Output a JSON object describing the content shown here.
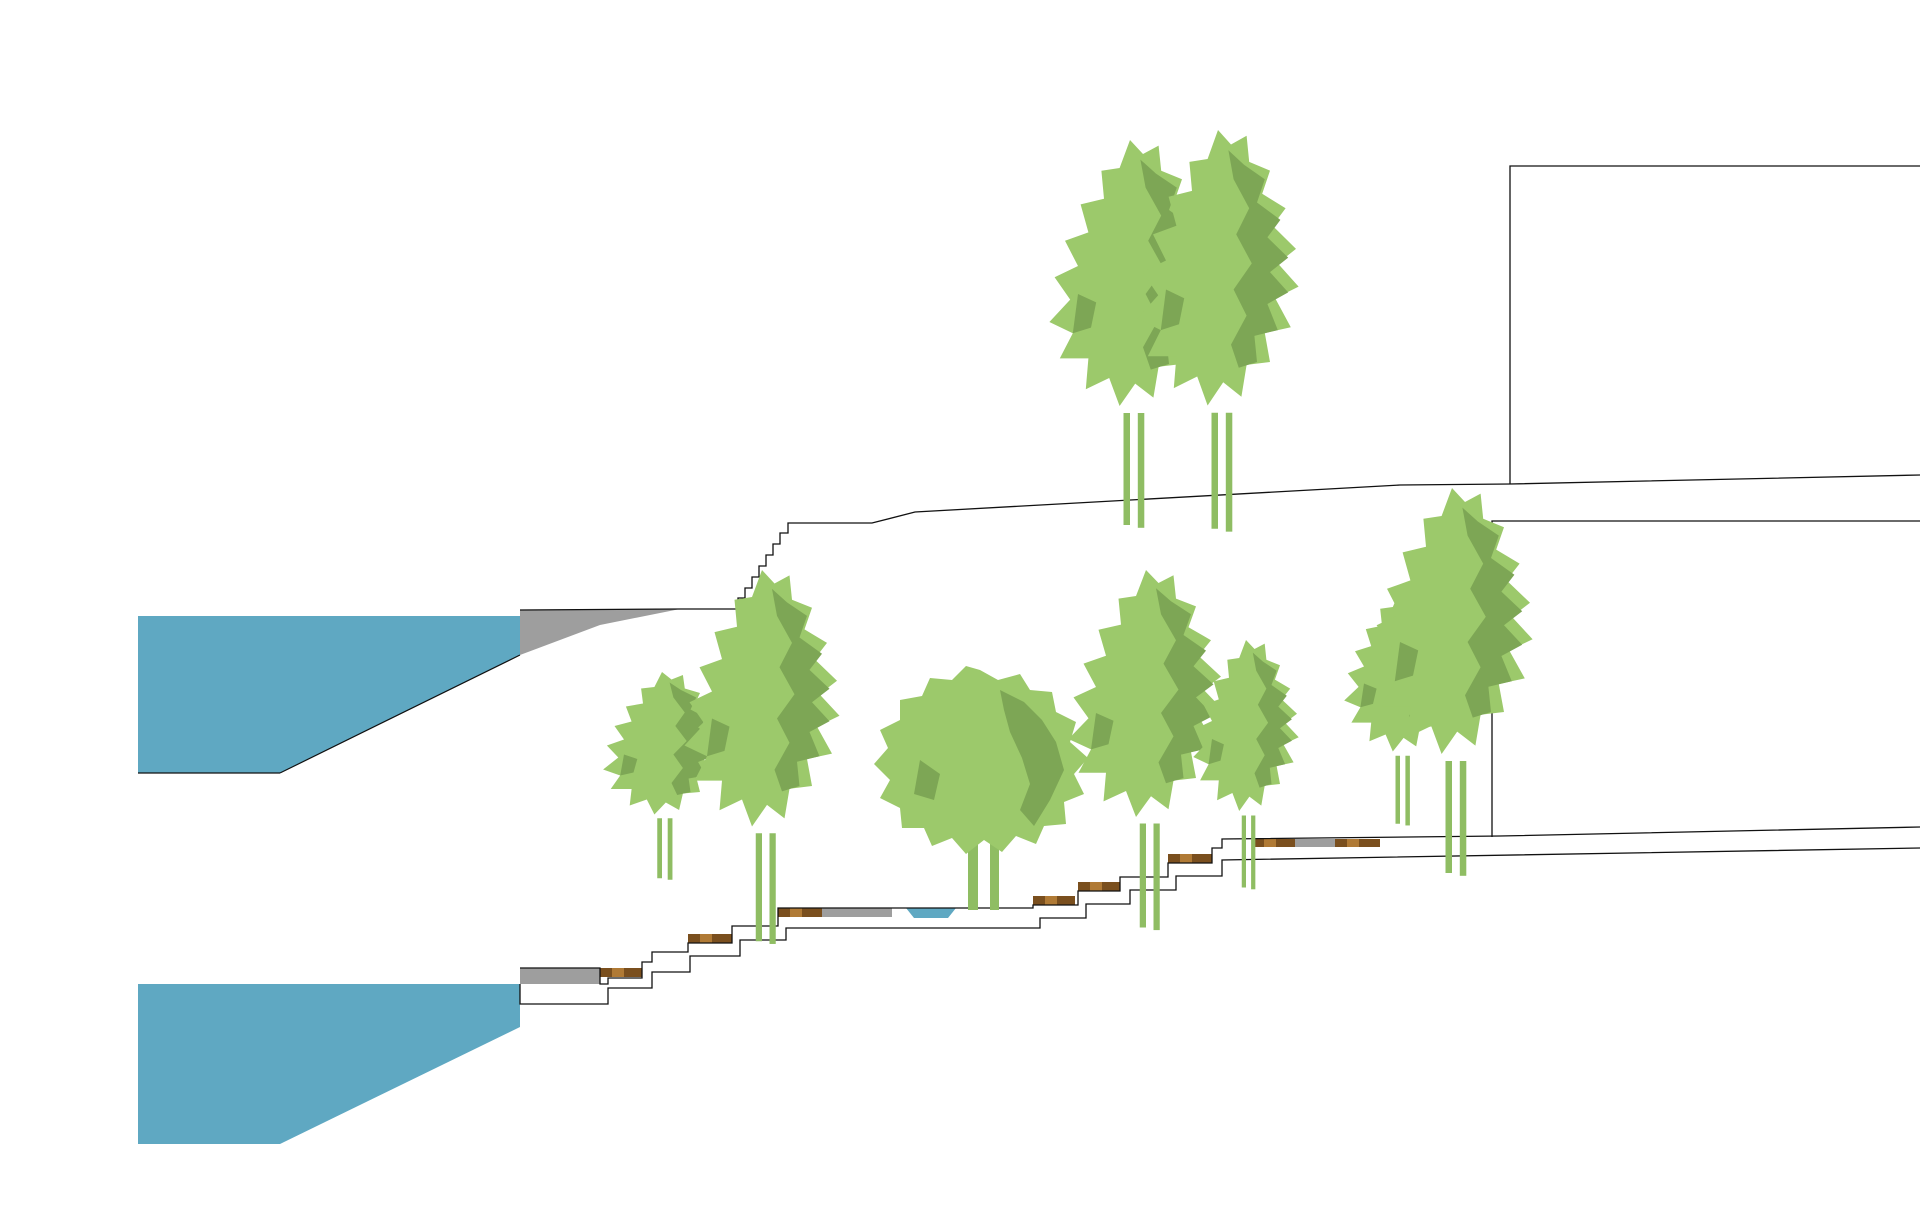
{
  "diagram": {
    "kind": "landscape-cross-section",
    "sections": [
      {
        "id": "existing",
        "label": ""
      },
      {
        "id": "proposed",
        "label": ""
      }
    ]
  },
  "colors": {
    "water": "#5fa8c2",
    "paving": "#9e9e9e",
    "tree_light": "#9cc96b",
    "tree_dark": "#7da655",
    "tree_trunk": "#8fbd63",
    "timber": "#7a4f1e",
    "timber_light": "#b07a35",
    "line": "#111111"
  },
  "icons": {
    "tree": "deciduous-tree-icon",
    "round_tree": "round-canopy-tree-icon"
  }
}
